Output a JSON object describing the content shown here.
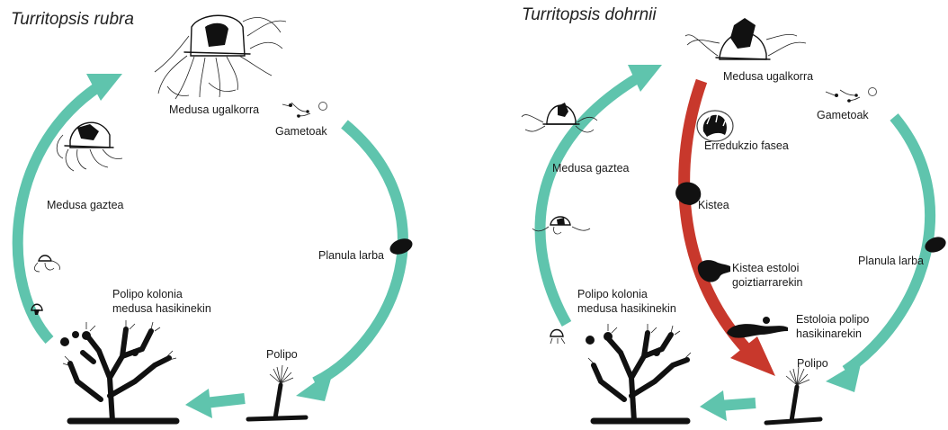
{
  "colors": {
    "cycle_arrow": "#5fc4ad",
    "reverse_arrow": "#c8382c",
    "ink": "#111111"
  },
  "panels": [
    {
      "title": "Turritopsis rubra",
      "labels": {
        "medusa_ugalkorra": "Medusa ugalkorra",
        "gametoak": "Gametoak",
        "medusa_gaztea": "Medusa gaztea",
        "planula_larba": "Planula larba",
        "polipo_kolonia_line1": "Polipo kolonia",
        "polipo_kolonia_line2": "medusa hasikinekin",
        "polipo": "Polipo"
      }
    },
    {
      "title": "Turritopsis dohrnii",
      "labels": {
        "medusa_ugalkorra": "Medusa ugalkorra",
        "gametoak": "Gametoak",
        "medusa_gaztea": "Medusa gaztea",
        "planula_larba": "Planula larba",
        "polipo_kolonia_line1": "Polipo kolonia",
        "polipo_kolonia_line2": "medusa hasikinekin",
        "polipo": "Polipo",
        "erredukzio_fasea": "Erredukzio fasea",
        "kistea": "Kistea",
        "kistea_estoloi_line1": "Kistea estoloi",
        "kistea_estoloi_line2": "goiztiarrarekin",
        "estoloia_polipo_line1": "Estoloia polipo",
        "estoloia_polipo_line2": "hasikinarekin"
      }
    }
  ]
}
